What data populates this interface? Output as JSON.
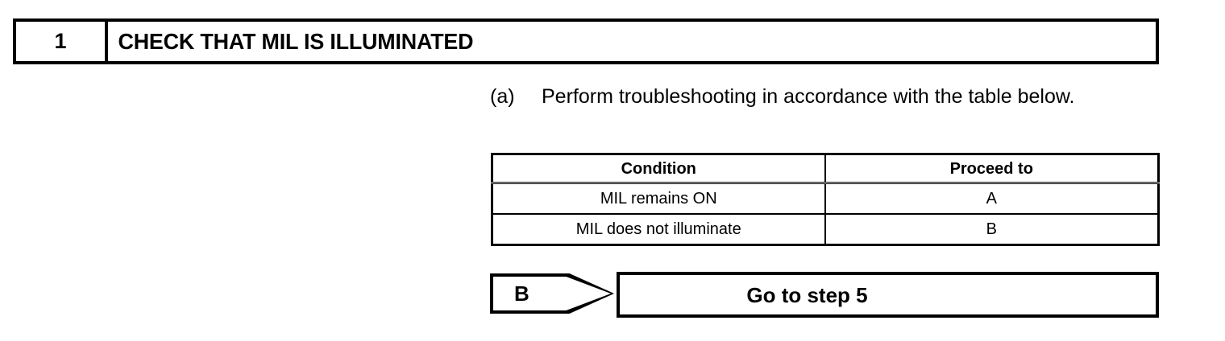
{
  "step": {
    "number": "1",
    "title": "CHECK THAT MIL IS ILLUMINATED"
  },
  "instruction": {
    "marker": "(a)",
    "text": "Perform troubleshooting in accordance with the table below."
  },
  "table": {
    "headers": [
      "Condition",
      "Proceed to"
    ],
    "rows": [
      {
        "condition": "MIL remains ON",
        "proceed_to": "A"
      },
      {
        "condition": "MIL does not illuminate",
        "proceed_to": "B"
      }
    ]
  },
  "jump": {
    "tag": "B",
    "label": "Go to step 5"
  },
  "colors": {
    "ink": "#000000",
    "paper": "#ffffff"
  }
}
